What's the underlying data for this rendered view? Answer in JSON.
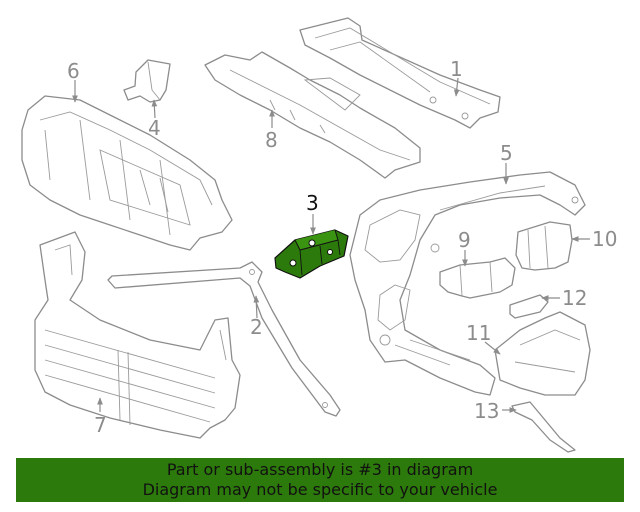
{
  "callouts": {
    "c1": "1",
    "c2": "2",
    "c3": "3",
    "c4": "4",
    "c5": "5",
    "c6": "6",
    "c7": "7",
    "c8": "8",
    "c9": "9",
    "c10": "10",
    "c11": "11",
    "c12": "12",
    "c13": "13"
  },
  "highlight": {
    "part": "3",
    "color": "#2d7a0c"
  },
  "banner": {
    "line1": "Part or sub-assembly is #3 in diagram",
    "line2": "Diagram may not be specific to your vehicle",
    "background": "#2d7a0c"
  }
}
